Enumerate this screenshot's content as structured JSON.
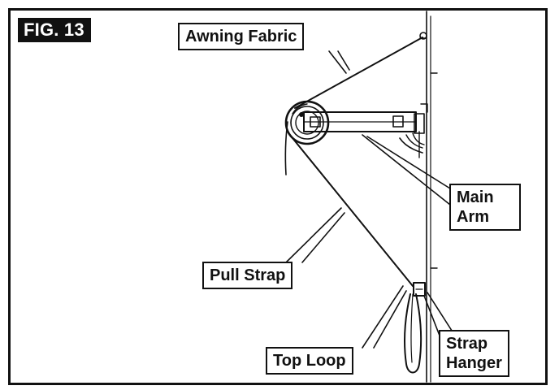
{
  "figure": {
    "title": "FIG. 13"
  },
  "callouts": {
    "awning_fabric": "Awning Fabric",
    "main_arm": {
      "line1": "Main",
      "line2": "Arm"
    },
    "pull_strap": "Pull Strap",
    "top_loop": "Top Loop",
    "strap_hanger": {
      "line1": "Strap",
      "line2": "Hanger"
    }
  }
}
